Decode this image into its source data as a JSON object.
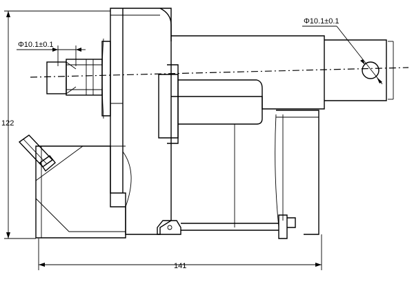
{
  "dimensions": {
    "width": "141",
    "height": "122",
    "hole_left": "Φ10.1±0.1",
    "hole_right": "Φ10.1±0.1"
  },
  "colors": {
    "line": "#000000",
    "background": "#ffffff"
  }
}
